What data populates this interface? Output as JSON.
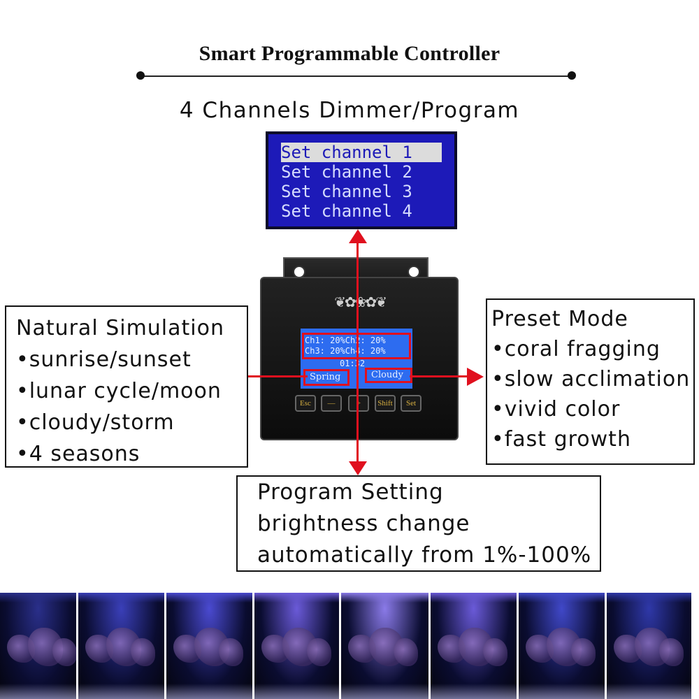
{
  "header": {
    "title": "Smart Programmable Controller",
    "subtitle": "4 Channels Dimmer/Program"
  },
  "menu_lcd": {
    "lines": [
      "Set channel 1",
      "Set channel 2",
      "Set channel 3",
      "Set channel 4"
    ],
    "selected_index": 0
  },
  "device_lcd": {
    "row1": "Ch1: 20%Ch2: 20%",
    "row2": "Ch3: 20%Ch4: 20%",
    "time": "01:32",
    "season": "Spring",
    "weather": "Cloudy"
  },
  "buttons": [
    "Esc",
    "—",
    "+",
    "Shift",
    "Set"
  ],
  "natural_simulation": {
    "heading": "Natural Simulation",
    "items": [
      "•sunrise/sunset",
      "•lunar cycle/moon",
      "•cloudy/storm",
      "•4 seasons"
    ]
  },
  "preset_mode": {
    "heading": "Preset Mode",
    "items": [
      "•coral fragging",
      "•slow acclimation",
      "•vivid color",
      "•fast growth"
    ]
  },
  "program_setting": {
    "heading": "Program Setting",
    "lines": [
      "brightness change",
      "automatically from 1%-100%"
    ]
  },
  "colors": {
    "arrow": "#e0101e",
    "lcd_menu_bg": "#1d1ab8",
    "lcd_device_bg": "#2d6cf0"
  }
}
